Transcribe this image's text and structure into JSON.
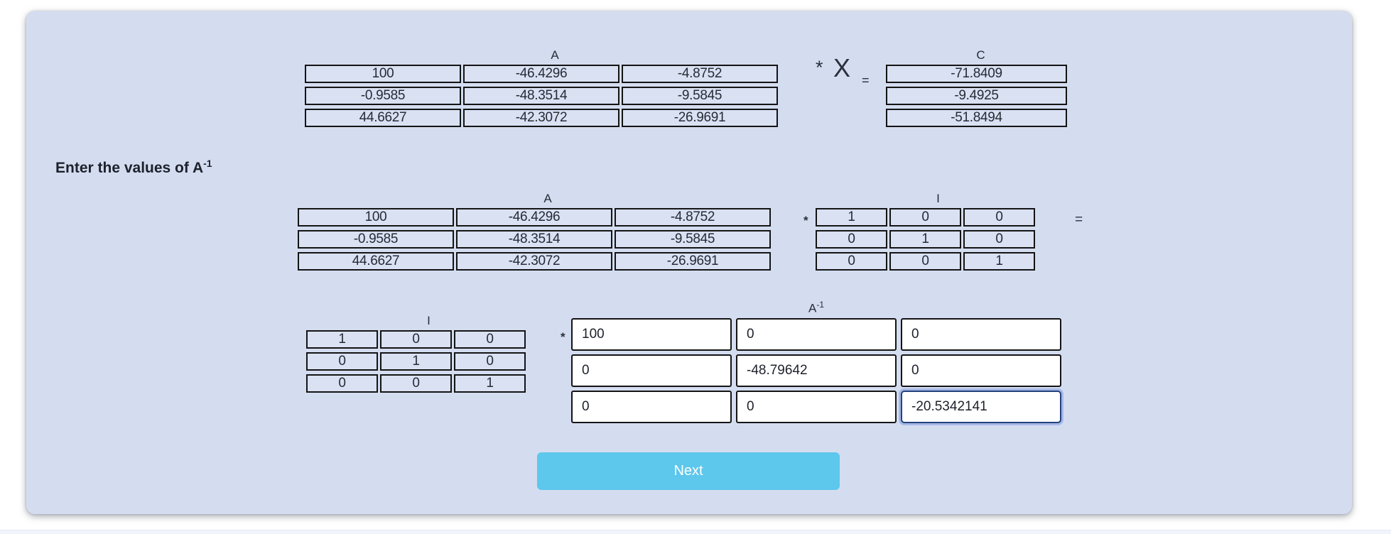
{
  "heading": {
    "text": "Enter the values of A",
    "sup": "-1"
  },
  "eq1": {
    "matrix_a": {
      "label": "A",
      "rows": [
        [
          "100",
          "-46.4296",
          "-4.8752"
        ],
        [
          "-0.9585",
          "-48.3514",
          "-9.5845"
        ],
        [
          "44.6627",
          "-42.3072",
          "-26.9691"
        ]
      ]
    },
    "star": "*",
    "x_symbol": "X",
    "equals": "=",
    "matrix_c": {
      "label": "C",
      "rows": [
        "-71.8409",
        "-9.4925",
        "-51.8494"
      ]
    }
  },
  "eq2": {
    "matrix_a": {
      "label": "A",
      "rows": [
        [
          "100",
          "-46.4296",
          "-4.8752"
        ],
        [
          "-0.9585",
          "-48.3514",
          "-9.5845"
        ],
        [
          "44.6627",
          "-42.3072",
          "-26.9691"
        ]
      ]
    },
    "star": "*",
    "identity": {
      "label": "I",
      "rows": [
        [
          "1",
          "0",
          "0"
        ],
        [
          "0",
          "1",
          "0"
        ],
        [
          "0",
          "0",
          "1"
        ]
      ]
    },
    "equals": "="
  },
  "eq3": {
    "identity": {
      "label": "I",
      "rows": [
        [
          "1",
          "0",
          "0"
        ],
        [
          "0",
          "1",
          "0"
        ],
        [
          "0",
          "0",
          "1"
        ]
      ]
    },
    "star": "*",
    "a_inverse": {
      "label": "A",
      "label_sup": "-1",
      "values": [
        [
          "100",
          "0",
          "0"
        ],
        [
          "0",
          "-48.79642",
          "0"
        ],
        [
          "0",
          "0",
          "-20.5342141"
        ]
      ]
    }
  },
  "next_button_label": "Next",
  "colors": {
    "panel_bg": "#d4ddf0",
    "cell_bg": "#d9e1f3",
    "cell_border": "#141414",
    "input_bg": "#ffffff",
    "input_focus_border": "#24417d",
    "button_bg": "#5dc7ec",
    "button_text": "#ffffff"
  }
}
